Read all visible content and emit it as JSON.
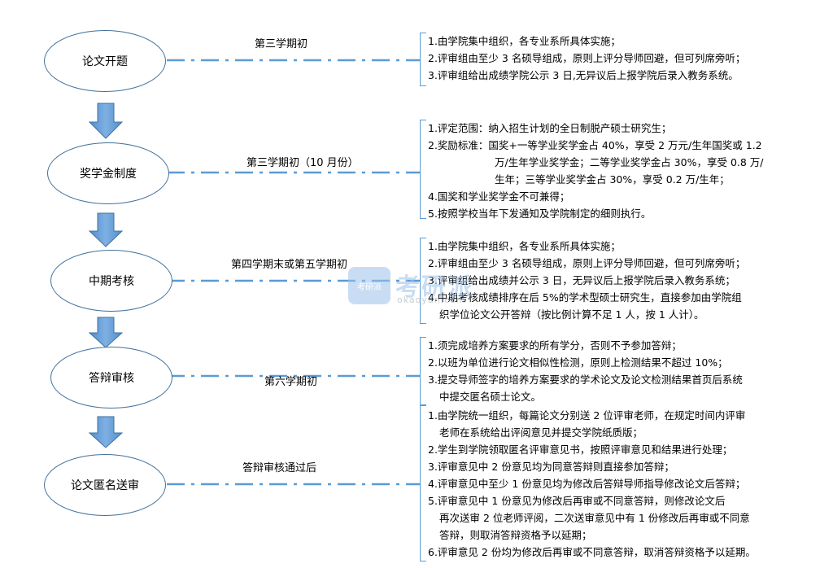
{
  "stages": [
    {
      "name": "论文开题",
      "timing": "第三学期初",
      "notes": [
        "1.由学院集中组织，各专业系所具体实施；",
        "2.评审组由至少 3 名硕导组成，原则上评分导师回避，但可列席旁听；",
        "3.评审组给出成绩学院公示 3 日,无异议后上报学院后录入教务系统。"
      ]
    },
    {
      "name": "奖学金制度",
      "timing": "第三学期初（10 月份）",
      "notes": [
        "1.评定范围：纳入招生计划的全日制脱产硕士研究生；",
        "2.奖励标准：国奖+一等学业奖学金占 40%，享受 2 万元/生年国奖或 1.2",
        "万/生年学业奖学金；二等学业奖学金占 30%，享受 0.8 万/",
        "生年；三等学业奖学金占 30%，享受 0.2 万/生年；",
        "4.国奖和学业奖学金不可兼得；",
        "5.按照学校当年下发通知及学院制定的细则执行。"
      ]
    },
    {
      "name": "中期考核",
      "timing": "第四学期末或第五学期初",
      "notes": [
        "1.由学院集中组织，各专业系所具体实施；",
        "2.评审组由至少 3 名硕导组成，原则上评分导师回避，但可列席旁听；",
        "3.评审组给出成绩并公示 3 日，无异议后上报学院后录入教务系统；",
        "4.中期考核成绩排序在后 5%的学术型硕士研究生，直接参加由学院组",
        "织学位论文公开答辩（按比例计算不足 1 人，按 1 人计）。"
      ]
    },
    {
      "name": "答辩审核",
      "timing": "第六学期初",
      "notes": [
        "1.须完成培养方案要求的所有学分，否则不予参加答辩；",
        "2.以班为单位进行论文相似性检测，原则上检测结果不超过 10%；",
        "3.提交导师签字的培养方案要求的学术论文及论文检测结果首页后系统",
        "中提交匿名硕士论文。"
      ]
    },
    {
      "name": "论文匿名送审",
      "timing": "答辩审核通过后",
      "notes": [
        "1.由学院统一组织，每篇论文分别送 2 位评审老师，在规定时间内评审",
        "老师在系统给出评阅意见并提交学院纸质版；",
        "2.学生到学院领取匿名评审意见书，按照评审意见和结果进行处理；",
        "3.评审意见中 2 份意见均为同意答辩则直接参加答辩；",
        "4.评审意见中至少 1 份意见均为修改后答辩导师指导修改论文后答辩；",
        "5.评审意见中 1 份意见为修改后再审或不同意答辩，则修改论文后",
        "再次送审 2 位老师评阅，二次送审意见中有 1 份修改后再审或不同意",
        "答辩，则取消答辩资格予以延期；",
        "6.评审意见 2 份均为修改后再审或不同意答辩，取消答辩资格予以延期。"
      ]
    }
  ],
  "watermark": {
    "badge": "考研派",
    "name": "考研派",
    "url": "okaoyan.com"
  },
  "colors": {
    "arrow": "#5b9bd5",
    "ellipse_border": "#41719c",
    "connector": "#5b9bd5"
  }
}
